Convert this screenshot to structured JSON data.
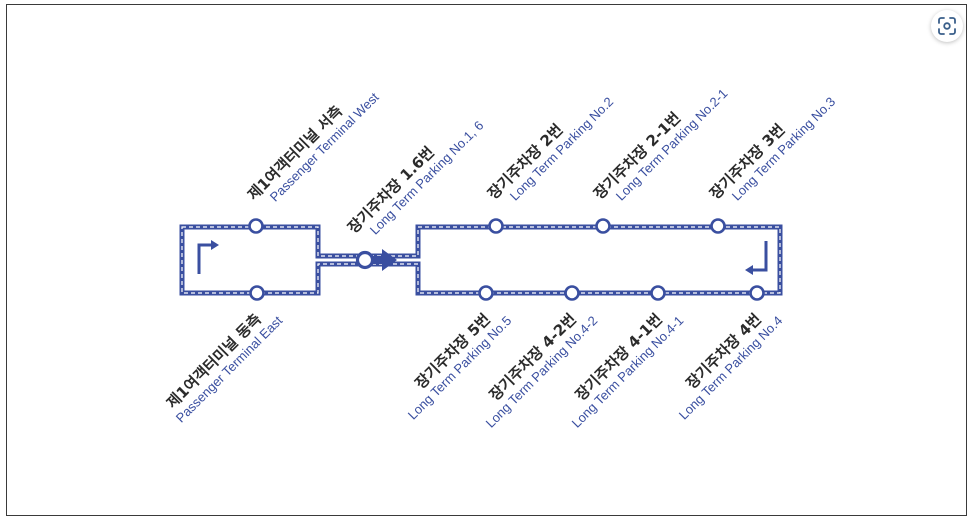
{
  "stops": [
    {
      "id": "t1-west",
      "kr": "제1여객터미널 서측",
      "en": "Passenger Terminal West"
    },
    {
      "id": "lt-1-6",
      "kr": "장기주차장 1.6번",
      "en": "Long Term Parking No.1, 6"
    },
    {
      "id": "lt-2",
      "kr": "장기주차장 2번",
      "en": "Long Term Parking No.2"
    },
    {
      "id": "lt-2-1",
      "kr": "장기주차장 2-1번",
      "en": "Long Term Parking No.2-1"
    },
    {
      "id": "lt-3",
      "kr": "장기주차장 3번",
      "en": "Long Term Parking No.3"
    },
    {
      "id": "t1-east",
      "kr": "제1여객터미널 동측",
      "en": "Passenger Terminal East"
    },
    {
      "id": "lt-5",
      "kr": "장기주차장 5번",
      "en": "Long Term Parking No.5"
    },
    {
      "id": "lt-4-2",
      "kr": "장기주차장 4-2번",
      "en": "Long Term Parking No.4-2"
    },
    {
      "id": "lt-4-1",
      "kr": "장기주차장 4-1번",
      "en": "Long Term Parking No.4-1"
    },
    {
      "id": "lt-4",
      "kr": "장기주차장 4번",
      "en": "Long Term Parking No.4"
    }
  ],
  "colors": {
    "route": "#3a4fa0",
    "label": "#2b2b2b",
    "frame": "#3a3a3a"
  },
  "icons": {
    "scan": "scan-icon",
    "direction": "arrow-right-icon",
    "turn": "turn-arrow-icon"
  }
}
